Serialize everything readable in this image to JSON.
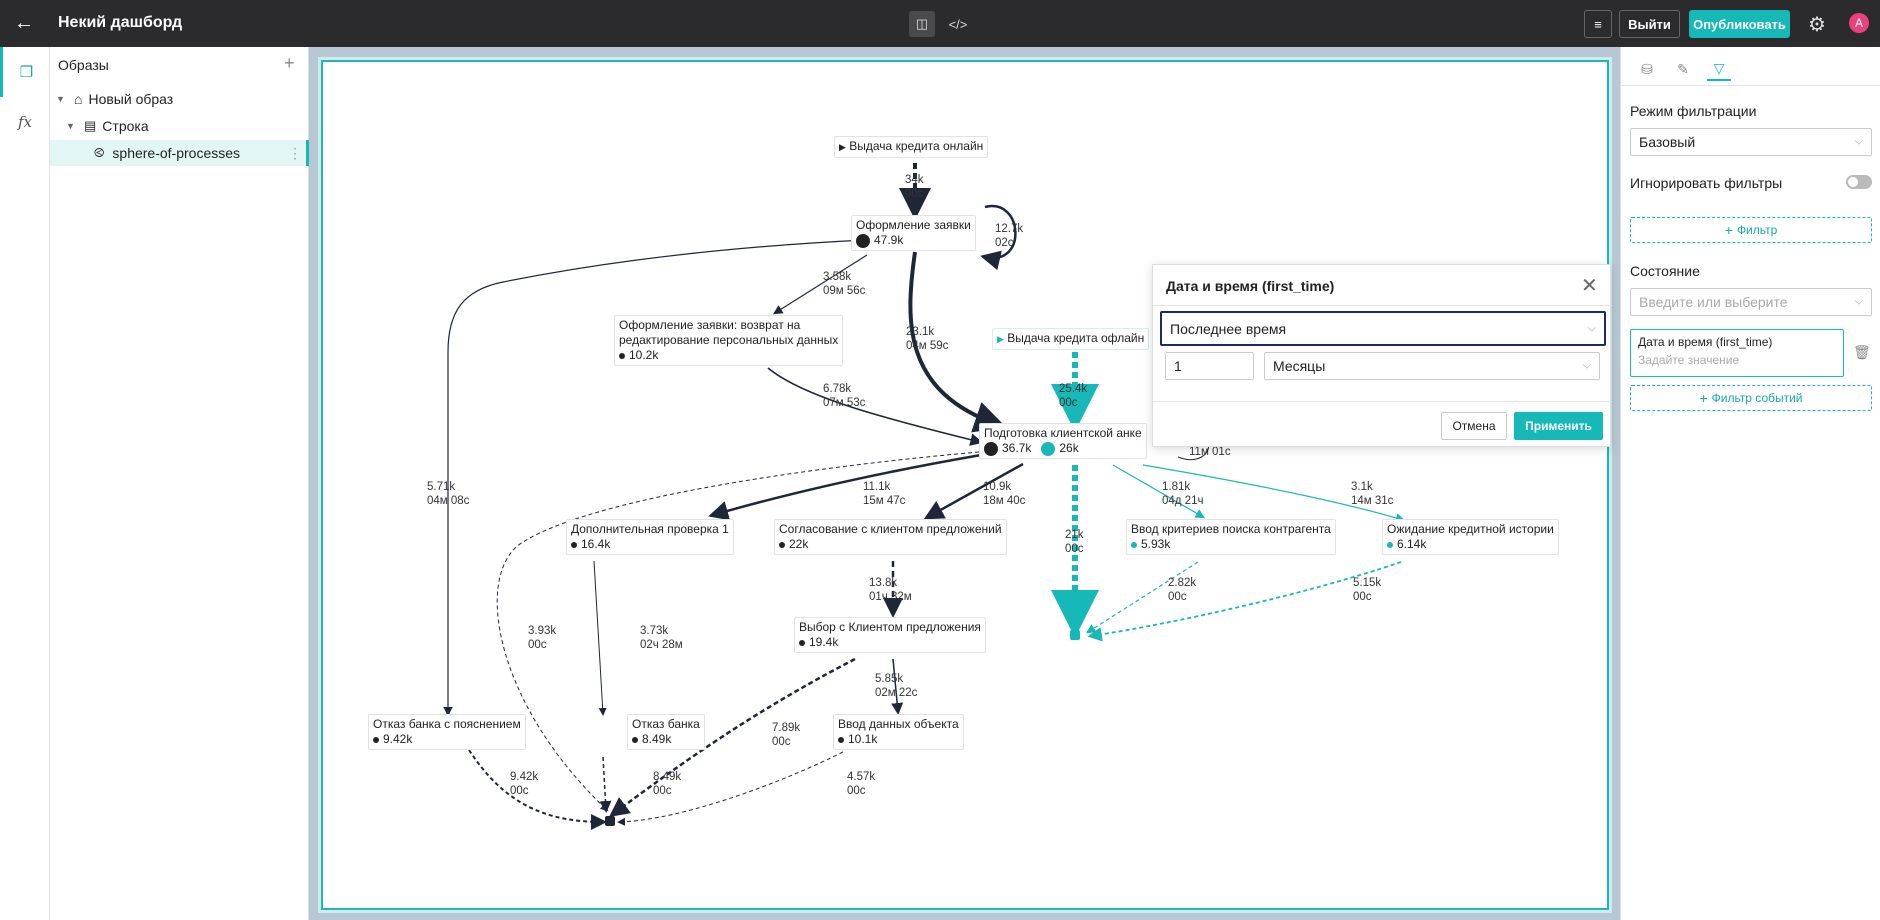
{
  "topbar": {
    "title": "Некий дашборд",
    "exit_label": "Выйти",
    "publish_label": "Опубликовать",
    "avatar_letter": "A"
  },
  "left_panel": {
    "header": "Образы",
    "tree": [
      {
        "label": "Новый образ"
      },
      {
        "label": "Строка"
      },
      {
        "label": "sphere-of-processes"
      }
    ]
  },
  "graph": {
    "start_nodes": [
      {
        "label": "Выдача кредита онлайн"
      },
      {
        "label": "Выдача кредита офлайн"
      }
    ],
    "nodes": [
      {
        "name": "Оформление заявки",
        "count": "47.9k"
      },
      {
        "name": "Оформление заявки: возврат на",
        "name2": "редактирование персональных данных",
        "count": "10.2k"
      },
      {
        "name": "Подготовка клиентской анке",
        "count": "36.7k",
        "count2": "26k"
      },
      {
        "name": "Дополнительная проверка 1",
        "count": "16.4k"
      },
      {
        "name": "Согласование с клиентом предложений",
        "count": "22k"
      },
      {
        "name": "Ввод критериев поиска контрагента",
        "count": "5.93k"
      },
      {
        "name": "Ожидание кредитной истории",
        "count": "6.14k"
      },
      {
        "name": "Выбор с Клиентом предложения",
        "count": "19.4k"
      },
      {
        "name": "Отказ банка с пояснением",
        "count": "9.42k"
      },
      {
        "name": "Отказ банка",
        "count": "8.49k"
      },
      {
        "name": "Ввод данных объекта",
        "count": "10.1k"
      }
    ],
    "edges": [
      {
        "v": "34k",
        "t": "00с"
      },
      {
        "v": "12.7k",
        "t": "02с"
      },
      {
        "v": "3.58k",
        "t": "09м 56с"
      },
      {
        "v": "23.1k",
        "t": "04м 59с"
      },
      {
        "v": "25.4k",
        "t": "00с"
      },
      {
        "v": "6.78k",
        "t": "07м 53с"
      },
      {
        "v": "5.71k",
        "t": "04м 08с"
      },
      {
        "v": "11.1k",
        "t": "15м 47с"
      },
      {
        "v": "10.9k",
        "t": "18м 40с"
      },
      {
        "v": "1.81k",
        "t": "04д 21ч"
      },
      {
        "v": "3.1k",
        "t": "14м 31с"
      },
      {
        "v": "21k",
        "t": "00с"
      },
      {
        "v": "2.82k",
        "t": "00с"
      },
      {
        "v": "5.15k",
        "t": "00с"
      },
      {
        "v": "13.8k",
        "t": "01ч 32м"
      },
      {
        "v": "3.73k",
        "t": "02ч 28м"
      },
      {
        "v": "3.93k",
        "t": "00с"
      },
      {
        "v": "5.85k",
        "t": "02м 22с"
      },
      {
        "v": "7.89k",
        "t": "00с"
      },
      {
        "v": "9.42k",
        "t": "00с"
      },
      {
        "v": "8.49k",
        "t": "00с"
      },
      {
        "v": "4.57k",
        "t": "00с"
      }
    ],
    "self_loop_label": "11м 01с"
  },
  "dialog": {
    "title": "Дата и время (first_time)",
    "mode_value": "Последнее время",
    "amount_value": "1",
    "unit_value": "Месяцы",
    "cancel_label": "Отмена",
    "apply_label": "Применить"
  },
  "right_panel": {
    "filter_mode_label": "Режим фильтрации",
    "filter_mode_value": "Базовый",
    "ignore_filters_label": "Игнорировать фильтры",
    "ignore_filters_on": false,
    "add_filter_label": "Фильтр",
    "state_label": "Состояние",
    "state_placeholder": "Введите или выберите",
    "field_card_title": "Дата и время (first_time)",
    "field_card_placeholder": "Задайте значение",
    "add_event_filter_label": "Фильтр событий"
  },
  "colors": {
    "accent": "#17b8b8",
    "topbar": "#2b2b2d",
    "graph_dark": "#1e2638",
    "focus_border": "#1c2a6b",
    "avatar": "#e8417c"
  }
}
